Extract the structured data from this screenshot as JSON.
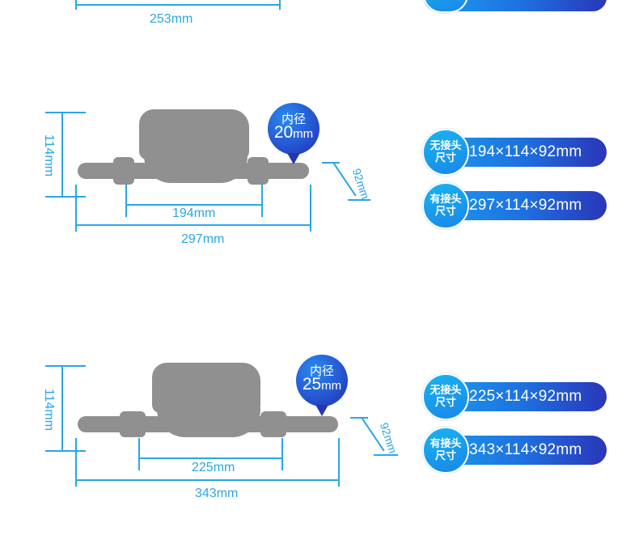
{
  "top_section": {
    "length_label": "253mm"
  },
  "sections": [
    {
      "badge_line1": "内径",
      "badge_value": "20",
      "badge_unit": "mm",
      "height_label": "114mm",
      "depth_label": "92mm",
      "inner_length_label": "194mm",
      "outer_length_label": "297mm",
      "spec_without_label_l1": "无接头",
      "spec_without_label_l2": "尺寸",
      "spec_without_value": "194×114×92mm",
      "spec_with_label_l1": "有接头",
      "spec_with_label_l2": "尺寸",
      "spec_with_value": "297×114×92mm"
    },
    {
      "badge_line1": "内径",
      "badge_value": "25",
      "badge_unit": "mm",
      "height_label": "114mm",
      "depth_label": "92mm",
      "inner_length_label": "225mm",
      "outer_length_label": "343mm",
      "spec_without_label_l1": "无接头",
      "spec_without_label_l2": "尺寸",
      "spec_without_value": "225×114×92mm",
      "spec_with_label_l1": "有接头",
      "spec_with_label_l2": "尺寸",
      "spec_with_value": "343×114×92mm"
    }
  ],
  "colors": {
    "dimension_blue": "#2aa6e6",
    "pill_start": "#1aa0f0",
    "pill_end": "#2a36b8",
    "meter_gray": "#909090"
  }
}
